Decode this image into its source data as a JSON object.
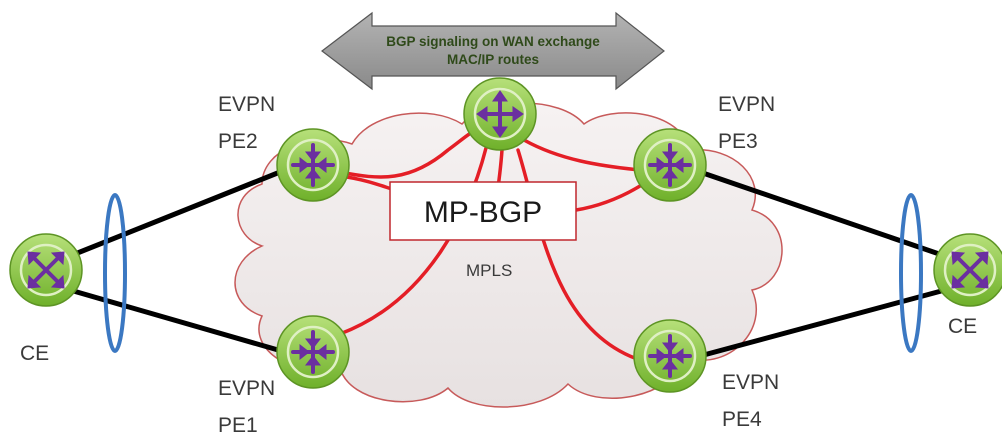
{
  "diagram": {
    "banner": {
      "line1": "BGP signaling on WAN exchange",
      "line2": "MAC/IP routes"
    },
    "core_label": "MP-BGP",
    "cloud_label": "MPLS",
    "nodes": {
      "pe2": {
        "line1": "EVPN",
        "line2": "PE2"
      },
      "pe3": {
        "line1": "EVPN",
        "line2": "PE3"
      },
      "pe1": {
        "line1": "EVPN",
        "line2": "PE1"
      },
      "pe4": {
        "line1": "EVPN",
        "line2": "PE4"
      },
      "ce_left": {
        "label": "CE"
      },
      "ce_right": {
        "label": "CE"
      },
      "route_reflector": {
        "label": ""
      }
    },
    "colors": {
      "router_fill": "#8cc63f",
      "router_ring": "#c8e6a0",
      "router_arrows": "#6b2fa0",
      "bgp_links": "#e41e26",
      "access_links": "#000000",
      "lag_ring": "#3b78c2",
      "cloud_fill": "#f0ebeb",
      "cloud_stroke": "#c75a5a",
      "banner_fill": "#9a9a9a"
    }
  }
}
